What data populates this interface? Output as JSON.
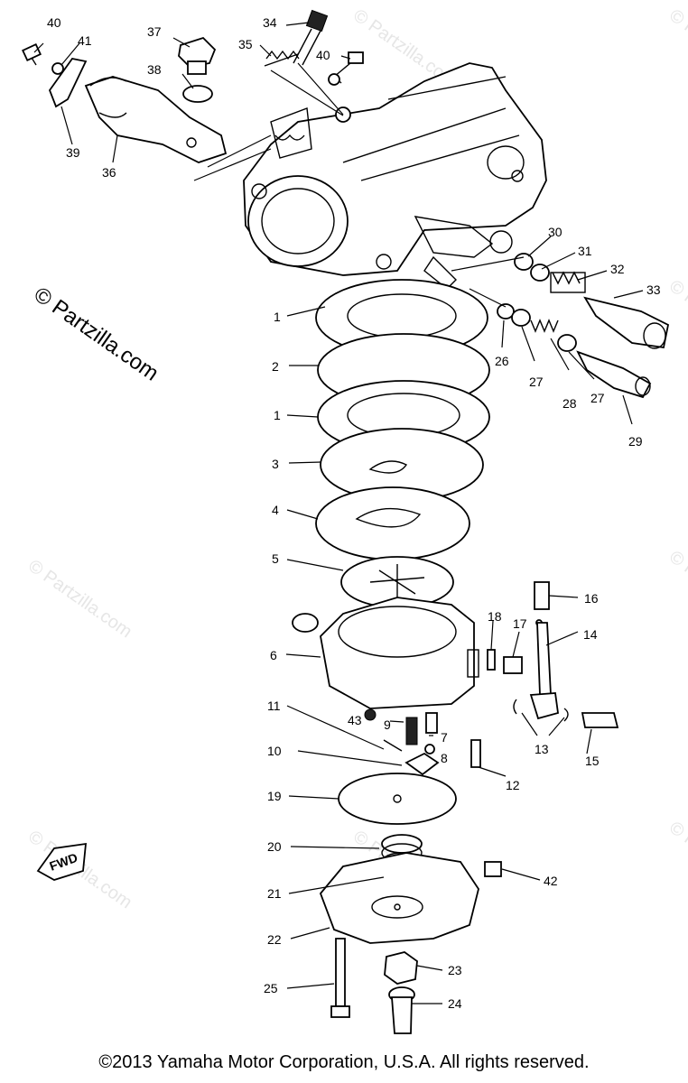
{
  "diagram": {
    "watermarks": [
      "© Partzilla.com"
    ],
    "brand_watermark": "© Partzilla.com",
    "fwd_label": "FWD",
    "callouts": {
      "c40a": "40",
      "c41": "41",
      "c37": "37",
      "c34": "34",
      "c35": "35",
      "c40b": "40",
      "c38": "38",
      "c39": "39",
      "c36": "36",
      "c30": "30",
      "c31": "31",
      "c32": "32",
      "c33": "33",
      "c1a": "1",
      "c2": "2",
      "c1b": "1",
      "c3": "3",
      "c4": "4",
      "c5": "5",
      "c26": "26",
      "c27a": "27",
      "c28": "28",
      "c27b": "27",
      "c29": "29",
      "c16": "16",
      "c18": "18",
      "c17": "17",
      "c14": "14",
      "c6": "6",
      "c11": "11",
      "c43": "43",
      "c9": "9",
      "c7": "7",
      "c8": "8",
      "c13": "13",
      "c15": "15",
      "c10": "10",
      "c12": "12",
      "c19": "19",
      "c20": "20",
      "c21": "21",
      "c42": "42",
      "c22": "22",
      "c23": "23",
      "c25": "25",
      "c24": "24"
    }
  },
  "footer": {
    "copyright": "©2013  Yamaha Motor Corporation, U.S.A. All rights reserved."
  }
}
